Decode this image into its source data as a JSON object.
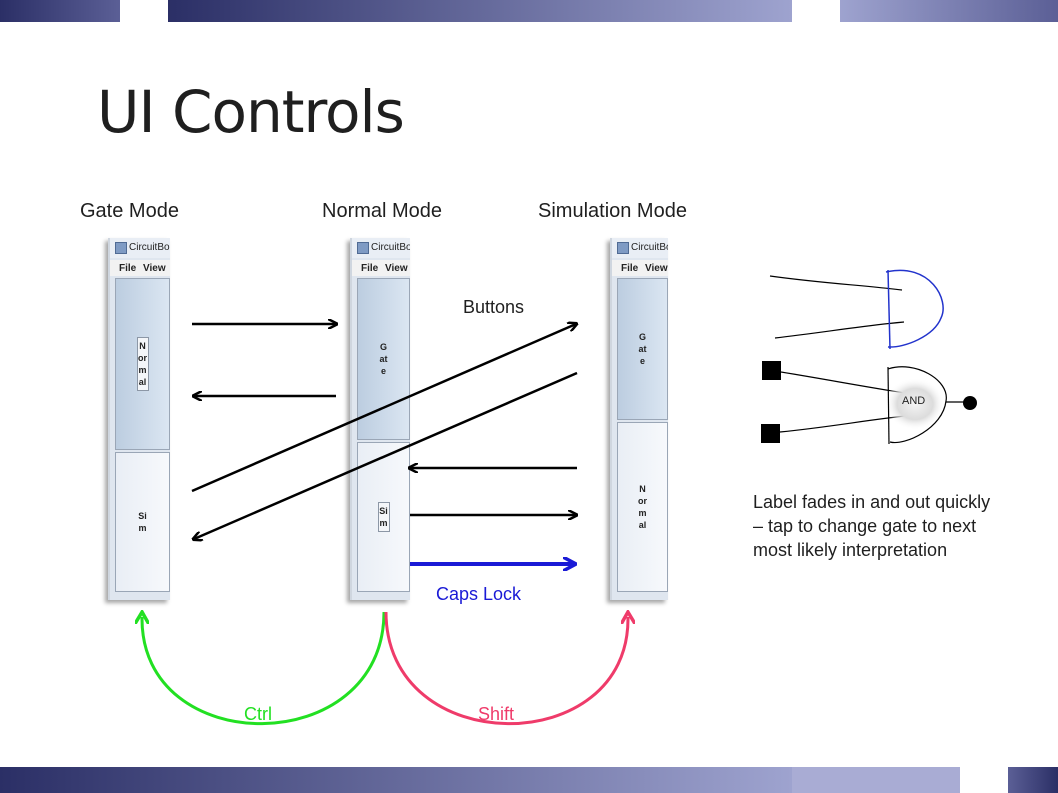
{
  "title": "UI Controls",
  "modes": {
    "gate": "Gate Mode",
    "normal": "Normal Mode",
    "simulation": "Simulation Mode"
  },
  "window": {
    "title": "CircuitBo",
    "menu_file": "File",
    "menu_view": "View"
  },
  "gate_window": {
    "top_button": "Normal",
    "bottom_button": "Sim"
  },
  "normal_window": {
    "top_button": "Gate",
    "bottom_button": "Sim"
  },
  "sim_window": {
    "top_button": "Gate",
    "bottom_button": "Normal"
  },
  "labels": {
    "buttons": "Buttons",
    "caps_lock": "Caps Lock",
    "ctrl": "Ctrl",
    "shift": "Shift",
    "and_gate": "AND"
  },
  "note": "Label fades in and out quickly – tap to change gate to next most likely interpretation",
  "colors": {
    "caps_lock": "#1a1ad6",
    "ctrl": "#22e022",
    "shift": "#ef3b6a",
    "gate_sketch": "#2233cc"
  }
}
